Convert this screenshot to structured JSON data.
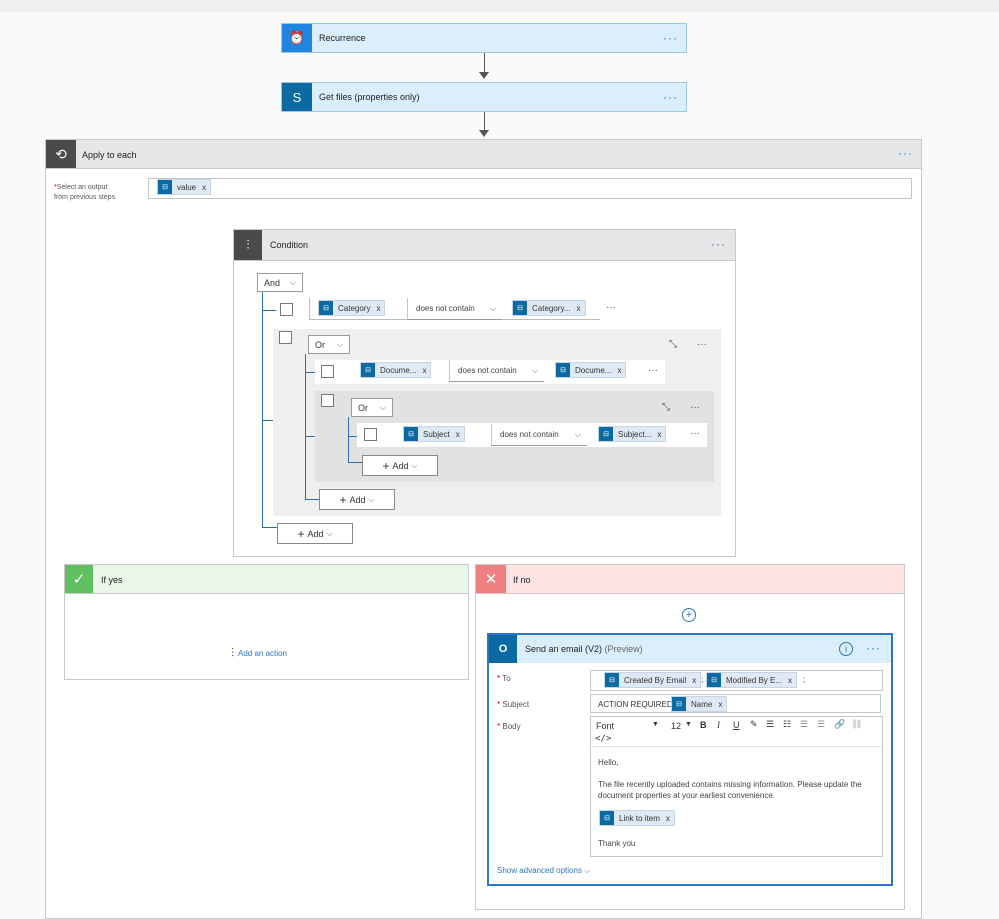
{
  "recurrence": {
    "label": "Recurrence",
    "icon": "alarm-clock-icon"
  },
  "get_files": {
    "label": "Get files (properties only)",
    "icon": "sharepoint-icon"
  },
  "apply_each": {
    "title": "Apply to each",
    "field_label_line1": "Select an output",
    "field_label_line2": "from previous steps",
    "token": "value"
  },
  "condition": {
    "title": "Condition",
    "root_op": "And",
    "row1": {
      "left": "Category",
      "op": "does not contain",
      "right": "Category..."
    },
    "group1": {
      "op": "Or",
      "row": {
        "left": "Docume...",
        "op": "does not contain",
        "right": "Docume..."
      },
      "group2": {
        "op": "Or",
        "row": {
          "left": "Subject",
          "op": "does not contain",
          "right": "Subject..."
        },
        "add": "Add"
      },
      "add": "Add"
    },
    "add": "Add"
  },
  "if_yes": {
    "title": "If yes",
    "add_action": "Add an action"
  },
  "if_no": {
    "title": "If no"
  },
  "email": {
    "title": "Send an email (V2)",
    "preview": "(Preview)",
    "to_label": "To",
    "to_tokens": [
      "Created By Email",
      "Modified By E..."
    ],
    "separator": ";",
    "subject_label": "Subject",
    "subject_text": "ACTION REQUIRED:",
    "subject_token": "Name",
    "body_label": "Body",
    "font": "Font",
    "size": "12",
    "body_hello": "Hello,",
    "body_line1": "The file recently uploaded contains missing information. Please update the",
    "body_line2": "document properties at your earliest convenience.",
    "body_token": "Link to item",
    "body_thanks": "Thank you",
    "show_advanced": "Show advanced options"
  },
  "glyphs": {
    "remove": "x",
    "more": "···",
    "chevron": "⌵",
    "plus": "+"
  },
  "colors": {
    "accent": "#2b75c6",
    "yes": "#60c060",
    "no": "#f08080",
    "token_icon": "#0b6aa2"
  }
}
